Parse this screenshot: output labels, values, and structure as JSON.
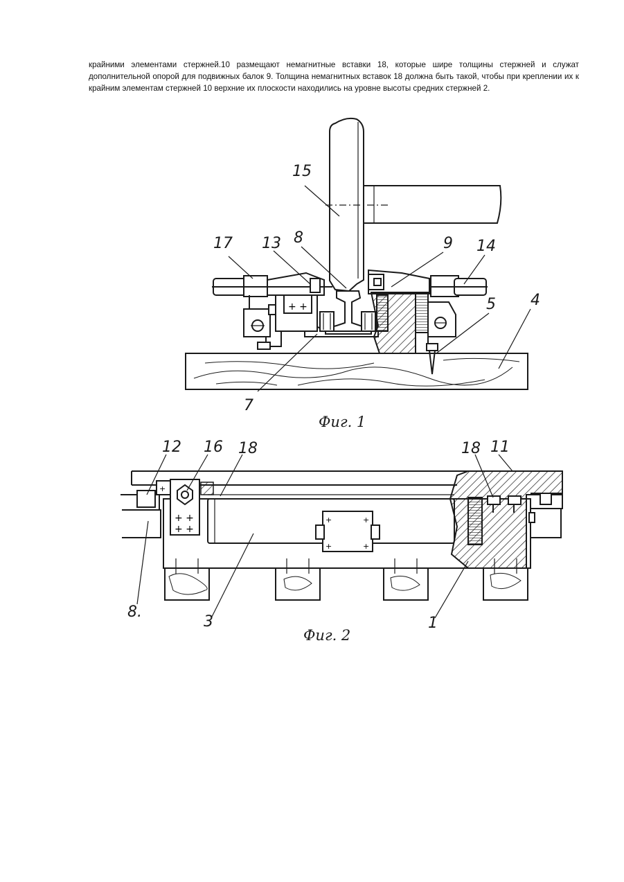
{
  "document": {
    "paragraph": "крайними элементами стержней.10 размещают немагнитные вставки 18, которые шире толщины стержней и служат дополнительной опорой для подвижных балок 9. Толщина немагнитных вставок 18 должна быть такой, чтобы при креплении их к крайним элементам стержней 10 верхние их плоскости находились на уровне высоты средних стержней 2."
  },
  "fig1": {
    "caption": "Фиг. 1",
    "labels": {
      "l15": "15",
      "l17": "17",
      "l13": "13",
      "l8": "8",
      "l9": "9",
      "l14": "14",
      "l5": "5",
      "l4": "4",
      "l7": "7"
    }
  },
  "fig2": {
    "caption": "Фиг. 2",
    "labels": {
      "l12": "12",
      "l16": "16",
      "l18a": "18",
      "l18b": "18",
      "l11": "11",
      "l8": "8.",
      "l3": "3",
      "l1": "1"
    }
  }
}
